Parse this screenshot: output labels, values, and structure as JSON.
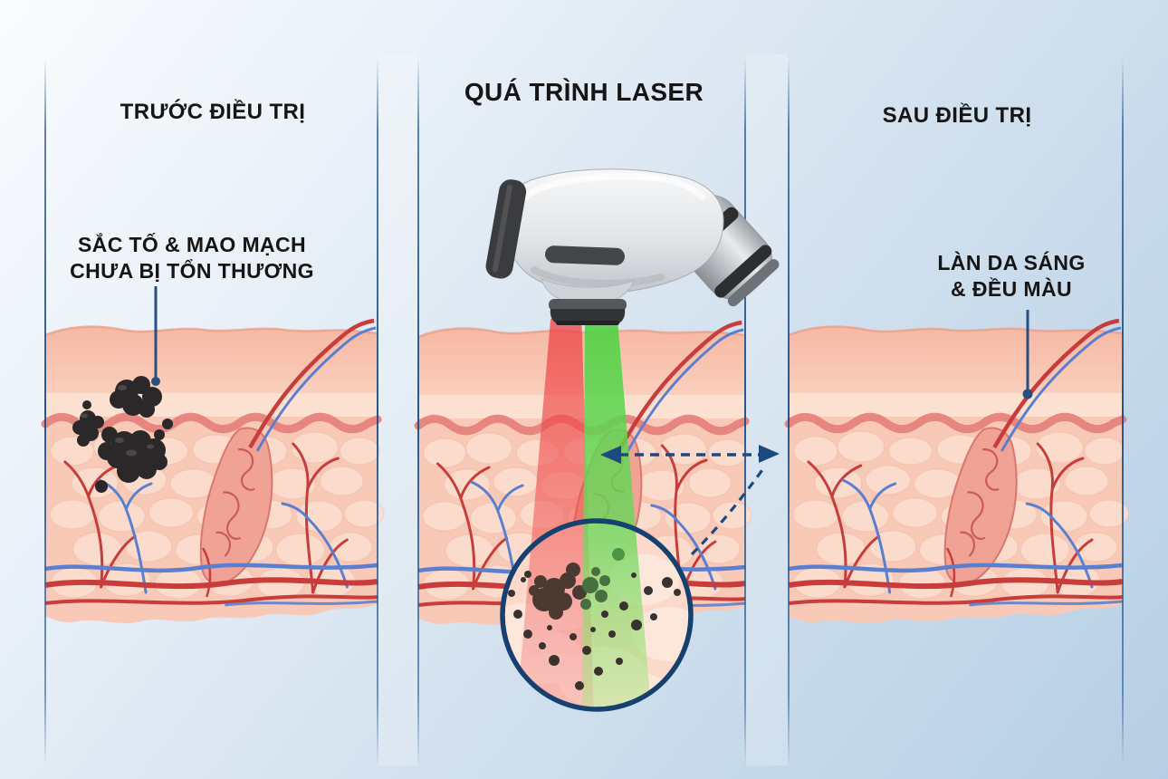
{
  "header": {
    "title_before": "TRƯỚC ĐIỀU TRỊ",
    "title_process": "QUÁ TRÌNH LASER",
    "title_after": "SAU ĐIỀU TRỊ"
  },
  "annotations": {
    "before_label_line1": "SẮC TỐ & MAO MẠCH",
    "before_label_line2": "CHƯA BỊ TỔN THƯƠNG",
    "after_label_line1": "LÀN DA SÁNG",
    "after_label_line2": "& ĐỀU MÀU"
  },
  "illustration": {
    "components": [
      "skin-cross-section-before",
      "skin-cross-section-process",
      "skin-cross-section-after",
      "pigment-cluster",
      "laser-handpiece",
      "red-laser-beam",
      "green-laser-beam",
      "magnifier-circle",
      "transition-dashed-arrow",
      "panel-divider-lines"
    ],
    "colors": {
      "background_top": "#fafcfe",
      "background_bottom": "#b6cfe4",
      "divider_line": "#2b5c94",
      "epidermis": "#f6b9a5",
      "dermis": "#f8c9b6",
      "wavy_layer": "#e5807b",
      "vessel_red": "#c83c3c",
      "vessel_blue": "#5b7fd0",
      "pigment": "#2b2829",
      "red_beam": "#f05151",
      "green_beam": "#5ad646",
      "annotation_navy": "#1c4a80",
      "device_body": "#dfe2e5",
      "text": "#151515"
    }
  }
}
